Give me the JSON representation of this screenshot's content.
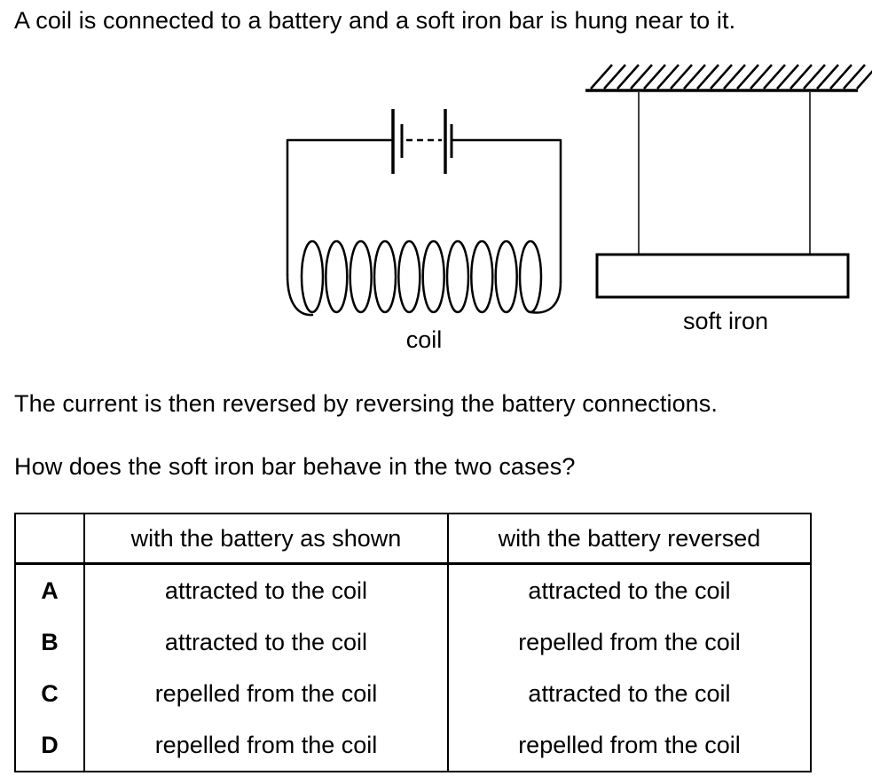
{
  "question": {
    "intro": "A coil is connected to a battery and a soft iron bar is hung near to it.",
    "reversal": "The current is then reversed by reversing the battery connections.",
    "prompt": "How does the soft iron bar behave in the two cases?"
  },
  "diagram": {
    "coil_label": "coil",
    "iron_label": "soft iron"
  },
  "table": {
    "headers": [
      "",
      "with the battery as shown",
      "with the battery reversed"
    ],
    "rows": [
      {
        "option": "A",
        "shown": "attracted to the coil",
        "reversed": "attracted to the coil"
      },
      {
        "option": "B",
        "shown": "attracted to the coil",
        "reversed": "repelled from the coil"
      },
      {
        "option": "C",
        "shown": "repelled from the coil",
        "reversed": "attracted to the coil"
      },
      {
        "option": "D",
        "shown": "repelled from the coil",
        "reversed": "repelled from the coil"
      }
    ]
  }
}
